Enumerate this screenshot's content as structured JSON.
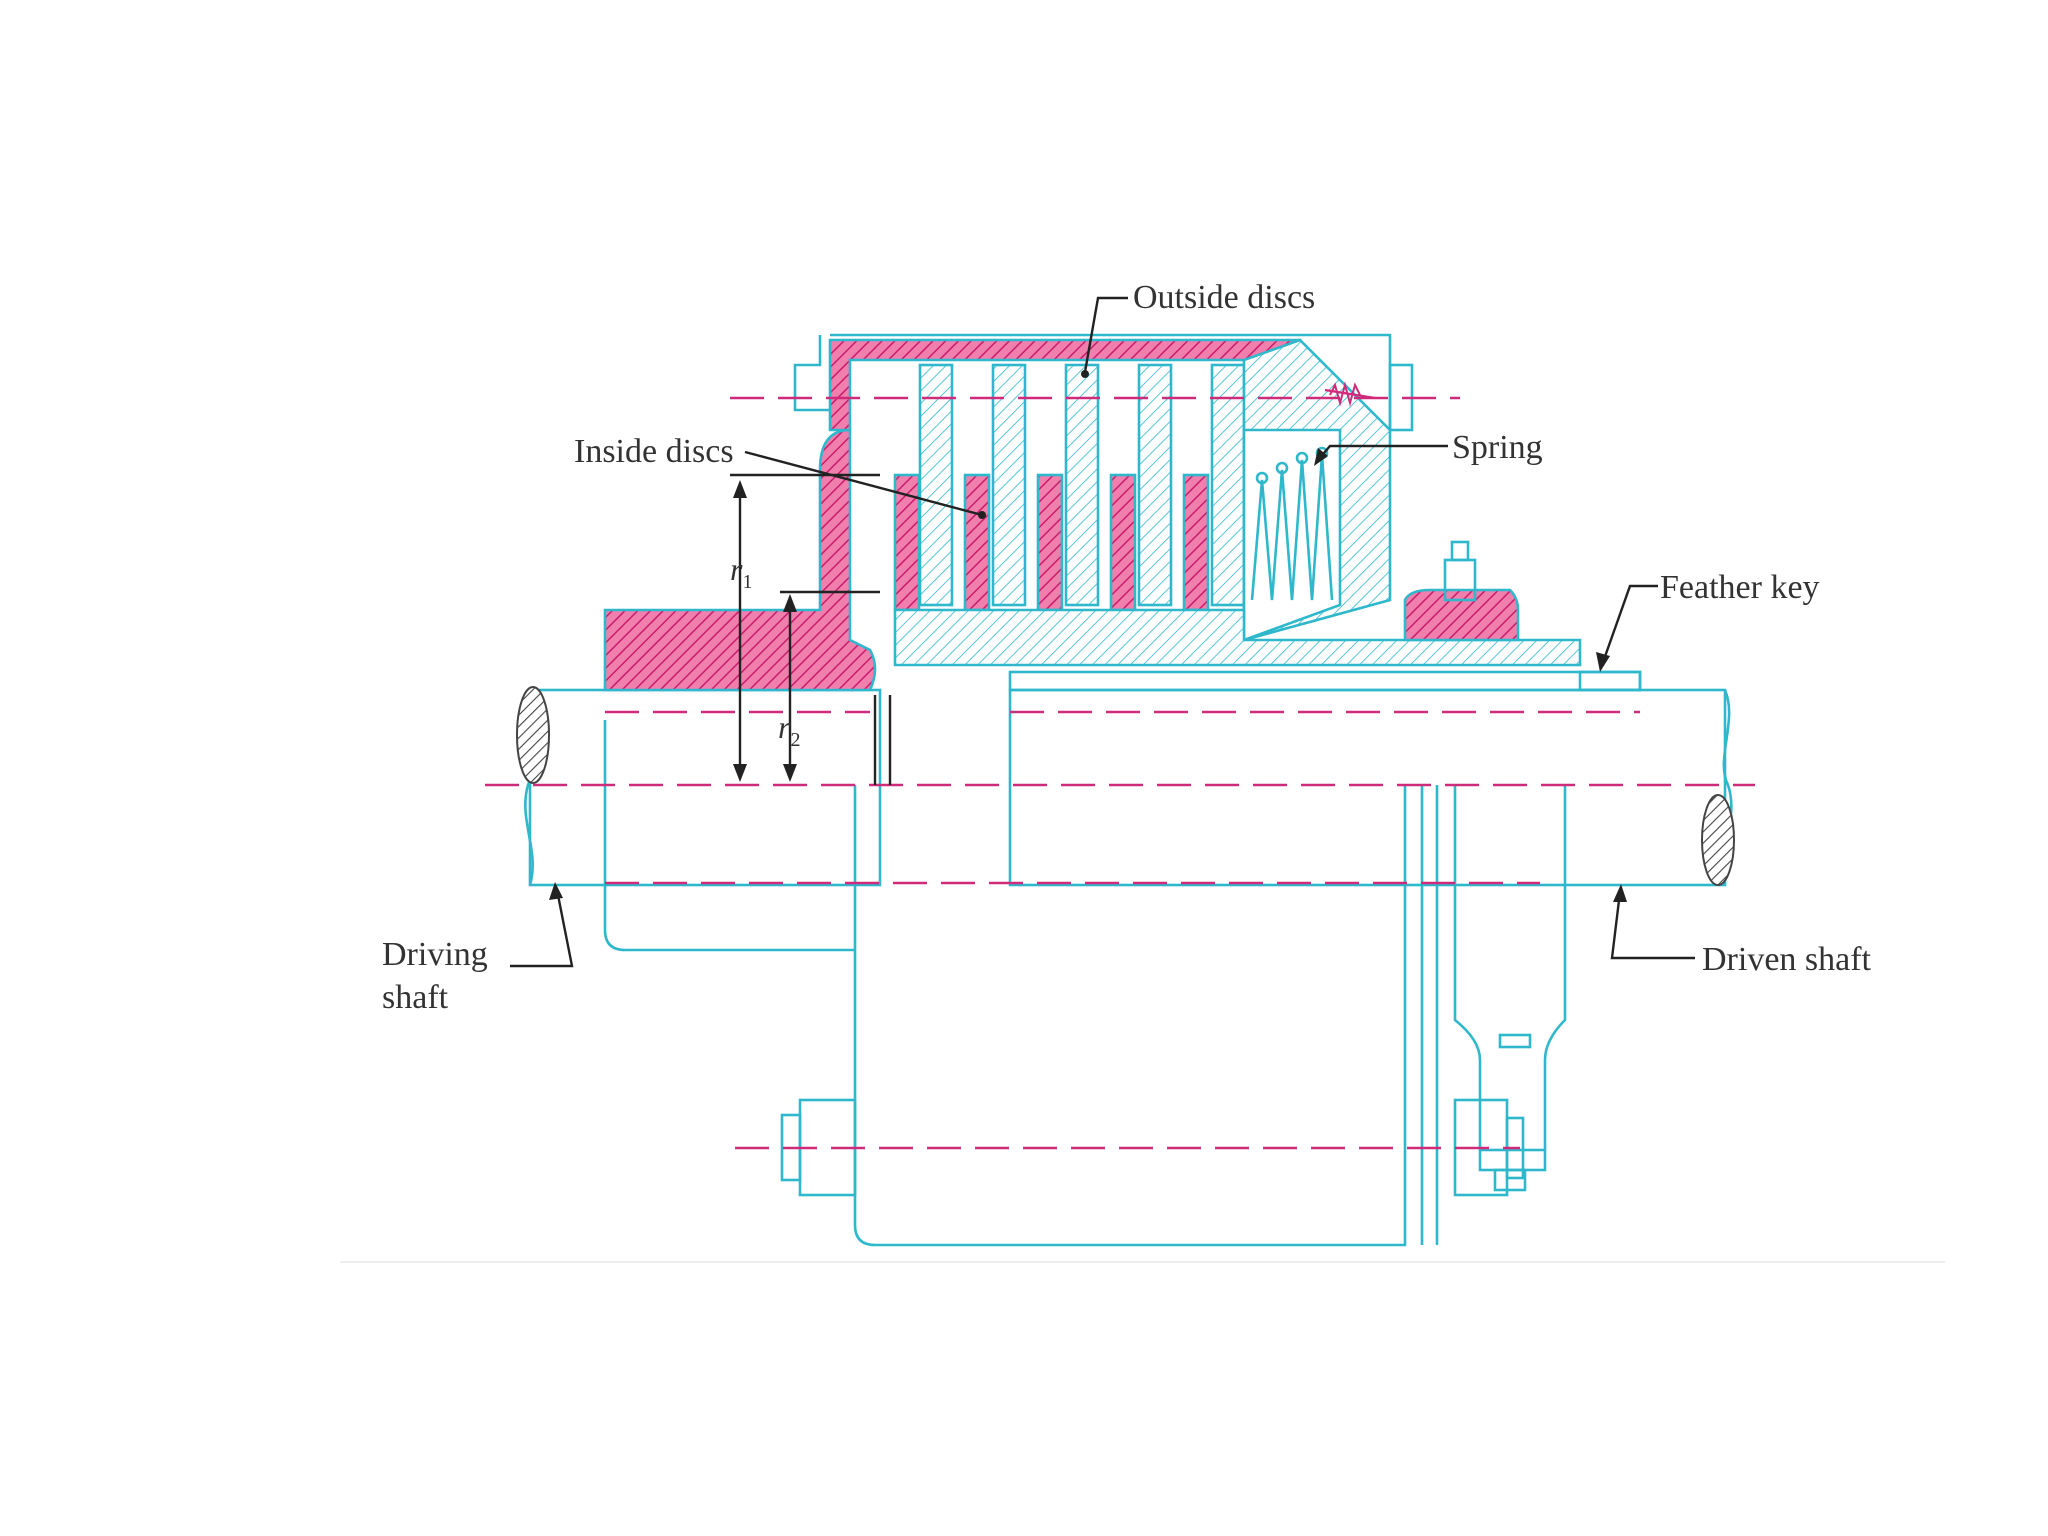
{
  "labels": {
    "outside_discs": "Outside discs",
    "inside_discs": "Inside discs",
    "spring": "Spring",
    "feather_key": "Feather key",
    "driving_shaft_line1": "Driving",
    "driving_shaft_line2": "shaft",
    "driven_shaft": "Driven shaft"
  },
  "symbols": {
    "r1_letter": "r",
    "r1_sub": "1",
    "r2_letter": "r",
    "r2_sub": "2"
  },
  "colors": {
    "outline": "#2fb8cc",
    "section_fill": "#e94b8a",
    "center_line": "#d02a7a",
    "leader": "#222222",
    "background": "#ffffff"
  }
}
